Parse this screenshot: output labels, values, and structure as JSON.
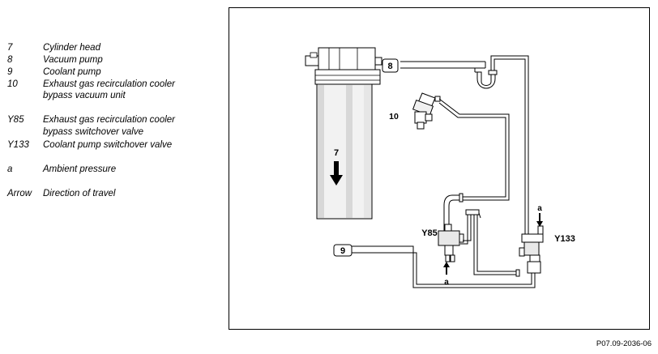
{
  "legend": [
    {
      "key": "7",
      "desc": [
        "Cylinder head"
      ]
    },
    {
      "key": "8",
      "desc": [
        "Vacuum pump"
      ]
    },
    {
      "key": "9",
      "desc": [
        "Coolant pump"
      ]
    },
    {
      "key": "10",
      "desc": [
        "Exhaust gas recirculation cooler",
        "bypass vacuum unit"
      ]
    },
    {
      "key": "Y85",
      "desc": [
        "Exhaust gas recirculation cooler",
        "bypass switchover valve"
      ]
    },
    {
      "key": "Y133",
      "desc": [
        "Coolant pump switchover valve"
      ]
    },
    {
      "key": "a",
      "desc": [
        "Ambient pressure"
      ]
    },
    {
      "key": "Arrow",
      "desc": [
        "Direction of travel"
      ]
    }
  ],
  "diagram": {
    "label_7": "7",
    "label_8": "8",
    "label_9": "9",
    "label_10": "10",
    "label_y85": "Y85",
    "label_y133": "Y133",
    "label_a_y85": "a",
    "label_a_y133": "a"
  },
  "reference": "P07.09-2036-06"
}
